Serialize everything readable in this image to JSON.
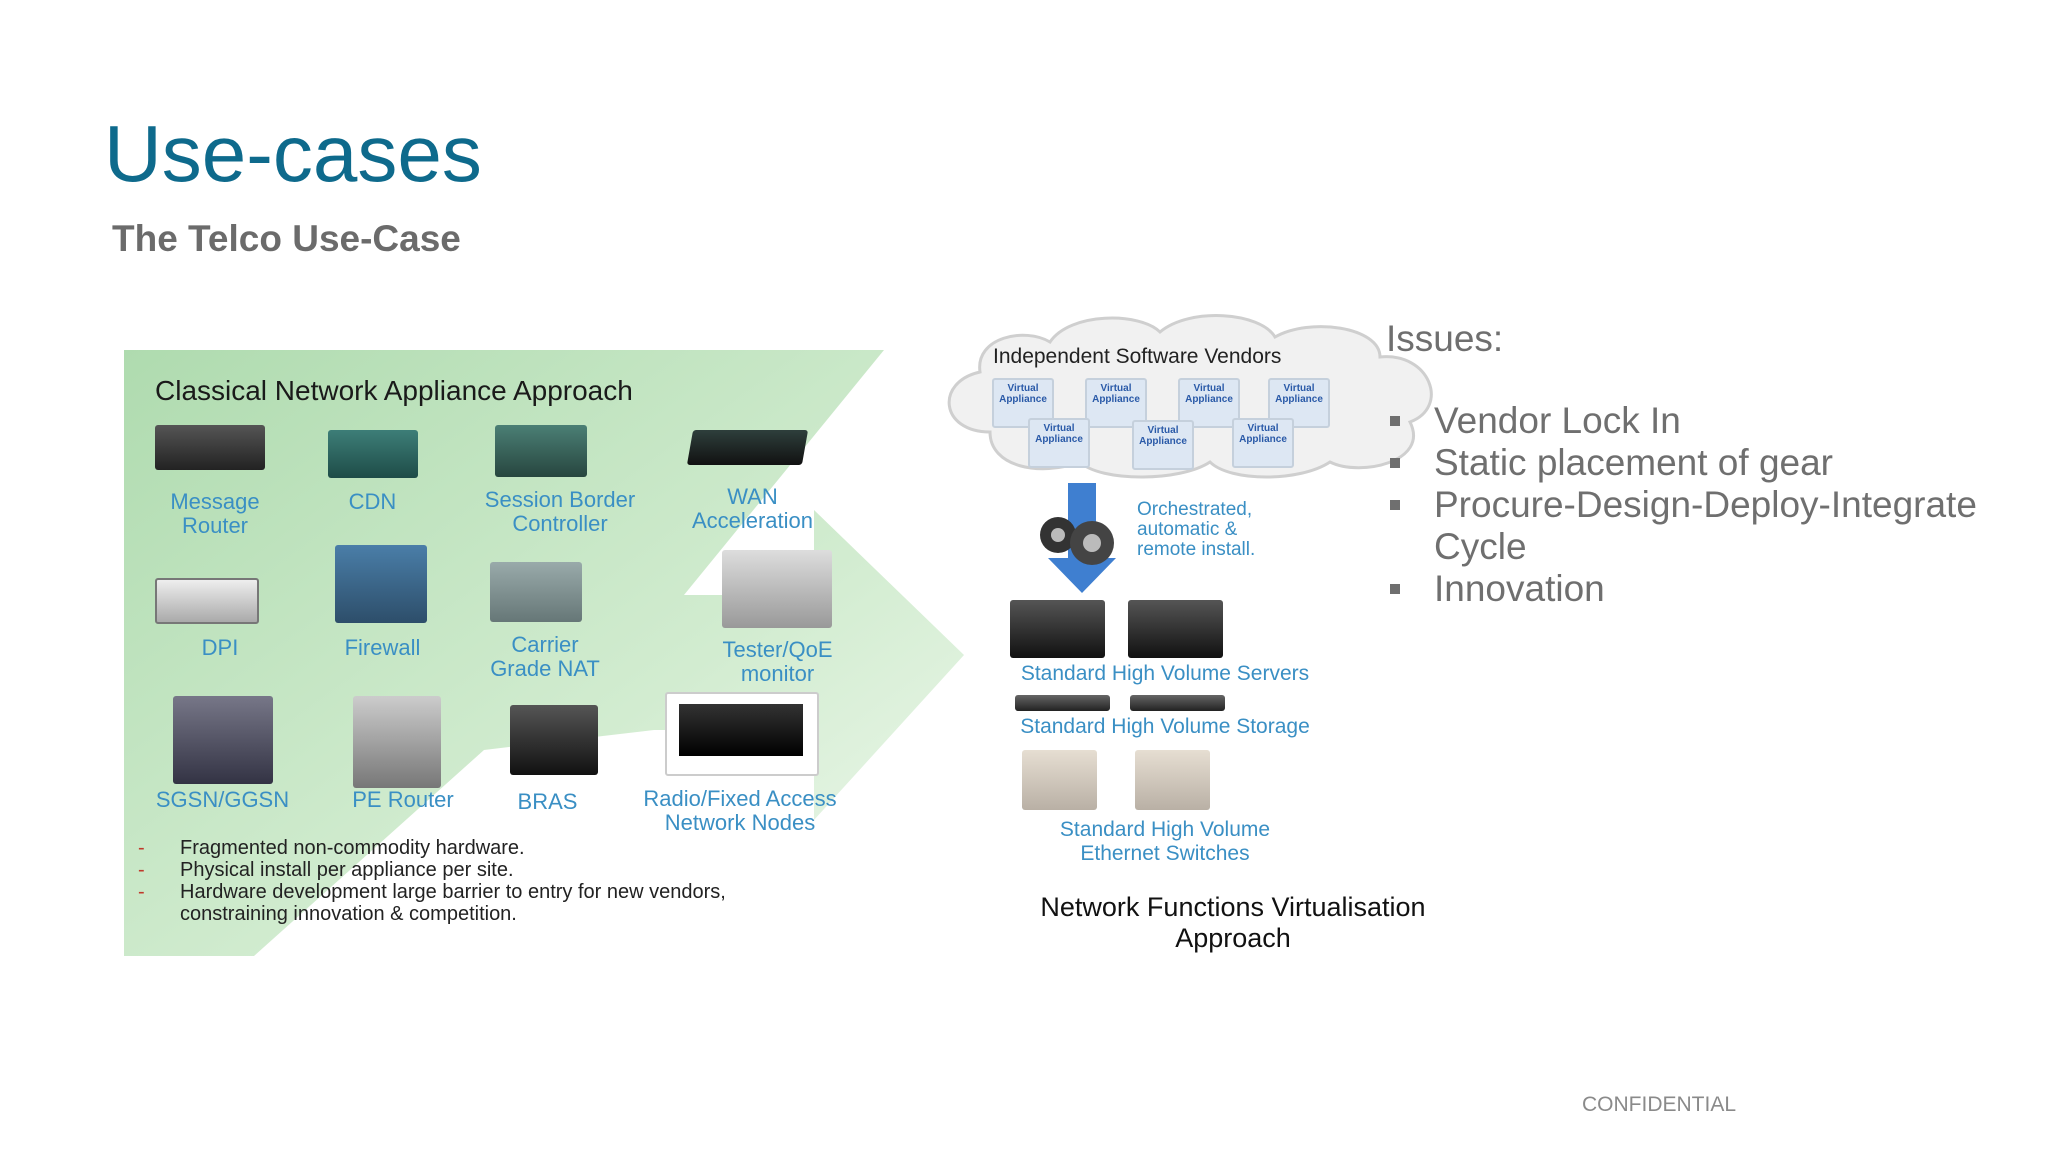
{
  "title": "Use-cases",
  "subtitle": "The Telco Use-Case",
  "diagram": {
    "classical": {
      "title": "Classical Network Appliance Approach",
      "devices": [
        {
          "label": "Message\nRouter"
        },
        {
          "label": "CDN"
        },
        {
          "label": "Session Border\nController"
        },
        {
          "label": "WAN\nAcceleration"
        },
        {
          "label": "DPI"
        },
        {
          "label": "Firewall"
        },
        {
          "label": "Carrier\nGrade NAT"
        },
        {
          "label": "Tester/QoE\nmonitor"
        },
        {
          "label": "SGSN/GGSN"
        },
        {
          "label": "PE Router"
        },
        {
          "label": "BRAS"
        },
        {
          "label": "Radio/Fixed Access\nNetwork Nodes"
        }
      ],
      "notes": [
        "Fragmented non-commodity hardware.",
        "Physical install per appliance per site.",
        "Hardware development large barrier to entry for new vendors, constraining innovation & competition."
      ]
    },
    "nfv": {
      "cloud_title": "Independent Software Vendors",
      "virtual_appliance_label": "Virtual Appliance",
      "orchestration": "Orchestrated,\nautomatic &\nremote install.",
      "servers": "Standard High Volume Servers",
      "storage": "Standard High Volume Storage",
      "switches": "Standard High Volume\nEthernet Switches",
      "approach": "Network Functions Virtualisation\nApproach"
    }
  },
  "issues": {
    "title": "Issues:",
    "items": [
      "Vendor Lock In",
      "Static placement of gear",
      "Procure-Design-Deploy-Integrate Cycle",
      "Innovation"
    ]
  },
  "footer": "CONFIDENTIAL"
}
